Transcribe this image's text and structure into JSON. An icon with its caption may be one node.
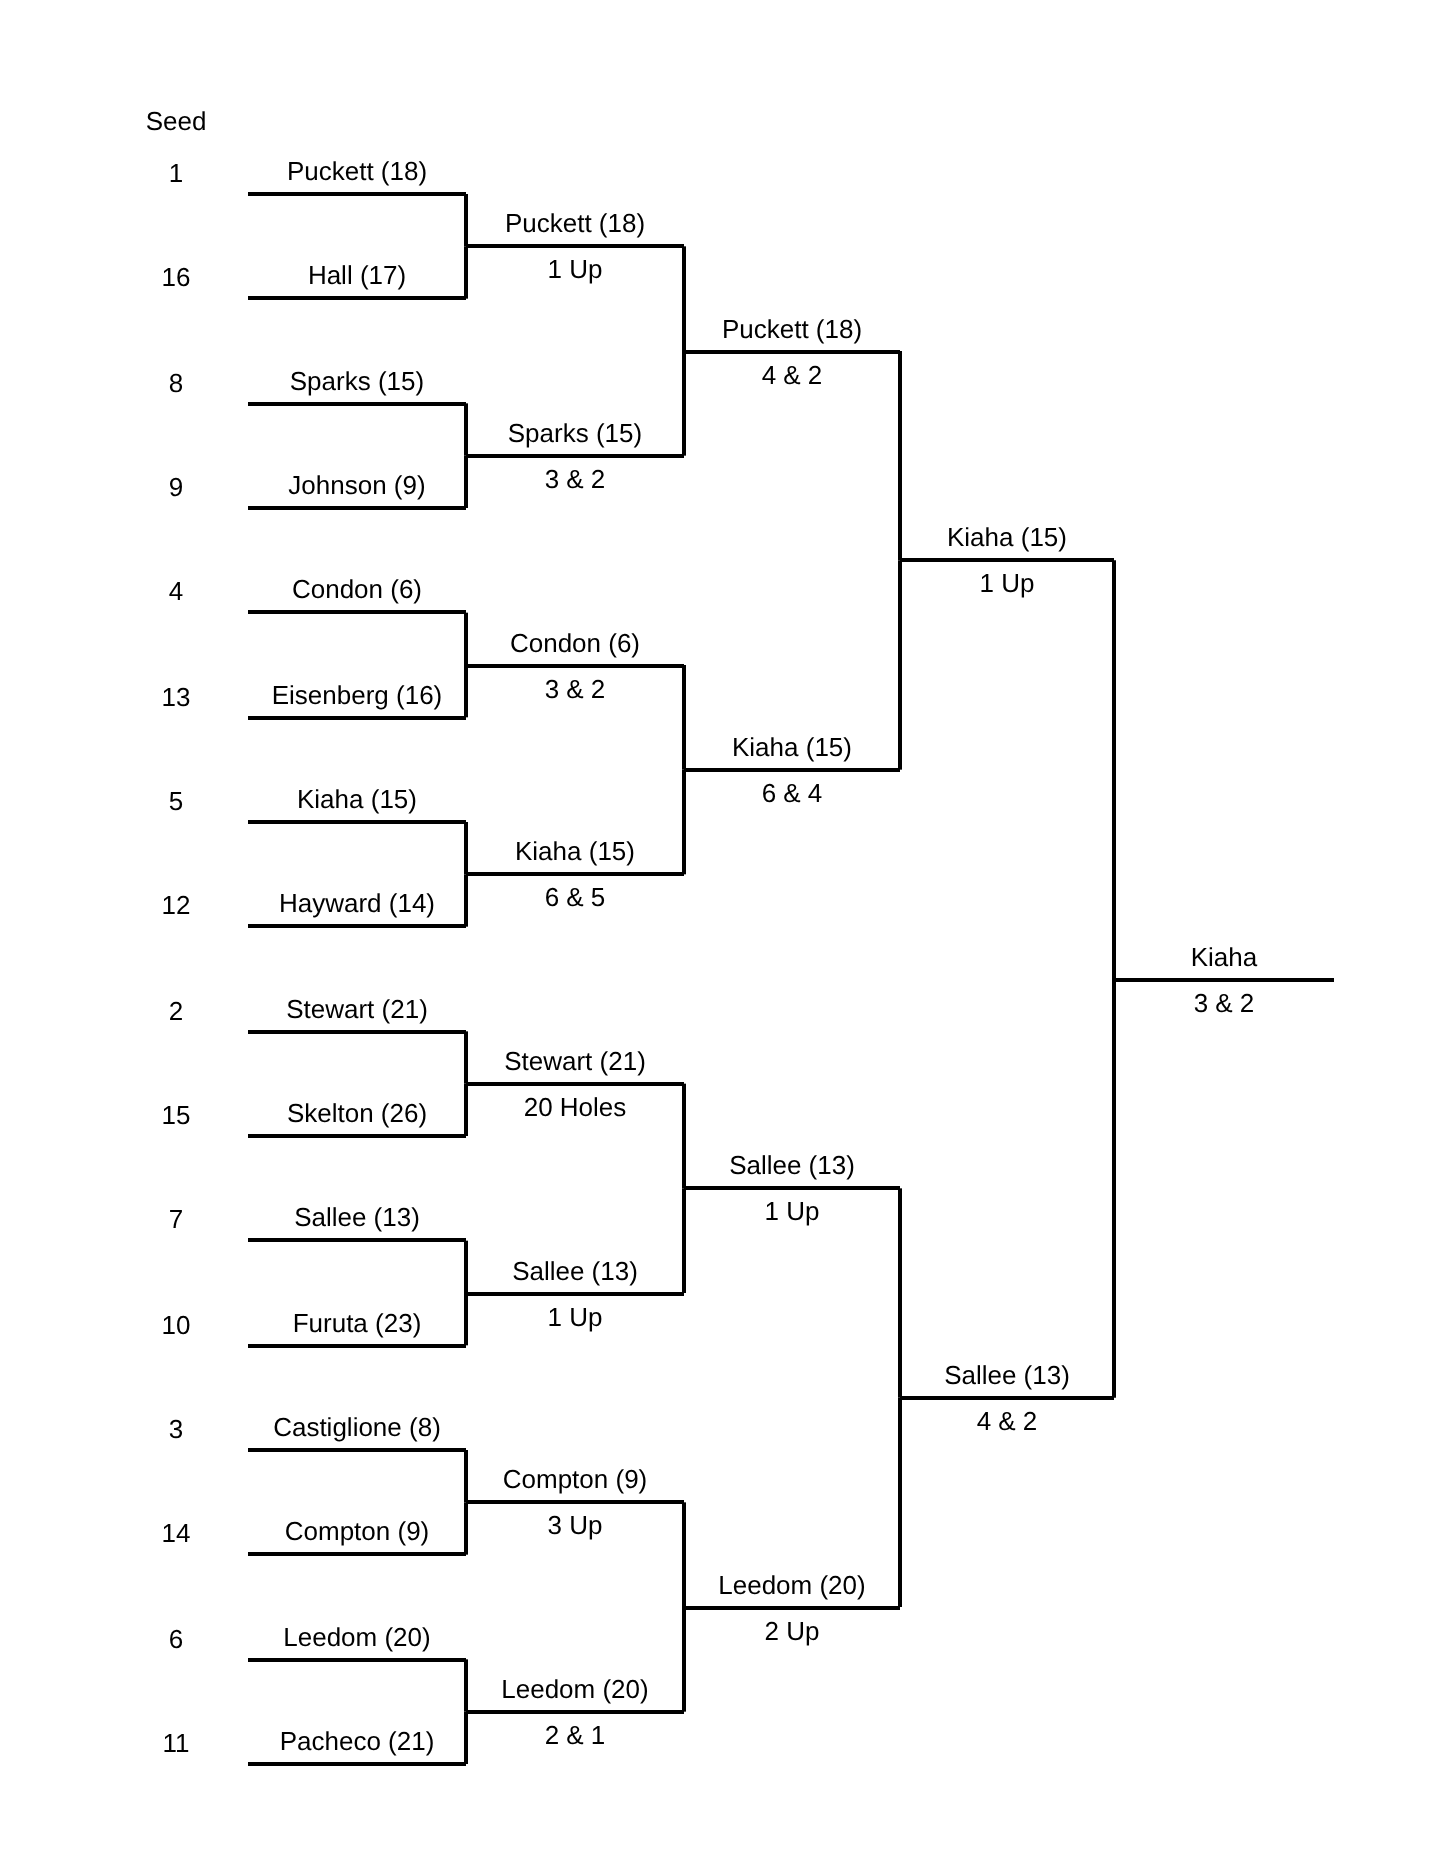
{
  "diagram": {
    "nodes": [
      {
        "text": [
          "Puckett (18)"
        ]
      },
      {
        "text": [
          "Hall (17)"
        ]
      },
      {
        "text": [
          "Sparks (15)"
        ]
      },
      {
        "text": [
          "Johnson (9)"
        ]
      },
      {
        "text": [
          "Condon (6)"
        ]
      },
      {
        "text": [
          "Eisenberg (16)"
        ]
      },
      {
        "text": [
          "Kiaha (15)"
        ]
      },
      {
        "text": [
          "Hayward (14)"
        ]
      },
      {
        "text": [
          "Stewart (21)"
        ]
      },
      {
        "text": [
          "Skelton (26)"
        ]
      },
      {
        "text": [
          "Sallee (13)"
        ]
      },
      {
        "text": [
          "Furuta (23)"
        ]
      },
      {
        "text": [
          "Castiglione (8)"
        ]
      },
      {
        "text": [
          "Compton (9)"
        ]
      },
      {
        "text": [
          "Leedom (20)"
        ]
      },
      {
        "text": [
          "Pacheco (21)"
        ]
      },
      {
        "text": [
          "Puckett (18)",
          "1 Up"
        ]
      },
      {
        "text": [
          "Sparks (15)",
          "3 & 2"
        ]
      },
      {
        "text": [
          "Condon (6)",
          "3 & 2"
        ]
      },
      {
        "text": [
          "Kiaha (15)",
          "6 & 5"
        ]
      },
      {
        "text": [
          "Stewart (21)",
          "20 Holes"
        ]
      },
      {
        "text": [
          "Sallee (13)",
          "1 Up"
        ]
      },
      {
        "text": [
          "Compton (9)",
          "3 Up"
        ]
      },
      {
        "text": [
          "Leedom (20)",
          "2 & 1"
        ]
      },
      {
        "text": [
          "Puckett (18)",
          "4 & 2"
        ]
      },
      {
        "text": [
          "Kiaha (15)",
          "6 & 4"
        ]
      },
      {
        "text": [
          "Sallee (13)",
          "1 Up"
        ]
      },
      {
        "text": [
          "Leedom (20)",
          "2 Up"
        ]
      },
      {
        "text": [
          "Kiaha (15)",
          "1 Up"
        ]
      },
      {
        "text": [
          "Sallee (13)",
          "4 & 2"
        ]
      },
      {
        "text": [
          "Kiaha",
          "3 & 2"
        ]
      }
    ],
    "edges": [
      {
        "from": 0,
        "to": 16,
        "arrow": "none"
      },
      {
        "from": 1,
        "to": 16,
        "arrow": "none"
      },
      {
        "from": 2,
        "to": 17,
        "arrow": "none"
      },
      {
        "from": 3,
        "to": 17,
        "arrow": "none"
      },
      {
        "from": 4,
        "to": 18,
        "arrow": "none"
      },
      {
        "from": 5,
        "to": 18,
        "arrow": "none"
      },
      {
        "from": 6,
        "to": 19,
        "arrow": "none"
      },
      {
        "from": 7,
        "to": 19,
        "arrow": "none"
      },
      {
        "from": 8,
        "to": 20,
        "arrow": "none"
      },
      {
        "from": 9,
        "to": 20,
        "arrow": "none"
      },
      {
        "from": 10,
        "to": 21,
        "arrow": "none"
      },
      {
        "from": 11,
        "to": 21,
        "arrow": "none"
      },
      {
        "from": 12,
        "to": 22,
        "arrow": "none"
      },
      {
        "from": 13,
        "to": 22,
        "arrow": "none"
      },
      {
        "from": 14,
        "to": 23,
        "arrow": "none"
      },
      {
        "from": 15,
        "to": 23,
        "arrow": "none"
      },
      {
        "from": 16,
        "to": 24,
        "arrow": "none"
      },
      {
        "from": 17,
        "to": 24,
        "arrow": "none"
      },
      {
        "from": 18,
        "to": 25,
        "arrow": "none"
      },
      {
        "from": 19,
        "to": 25,
        "arrow": "none"
      },
      {
        "from": 20,
        "to": 26,
        "arrow": "none"
      },
      {
        "from": 21,
        "to": 26,
        "arrow": "none"
      },
      {
        "from": 22,
        "to": 27,
        "arrow": "none"
      },
      {
        "from": 23,
        "to": 27,
        "arrow": "none"
      },
      {
        "from": 24,
        "to": 28,
        "arrow": "none"
      },
      {
        "from": 25,
        "to": 28,
        "arrow": "none"
      },
      {
        "from": 26,
        "to": 29,
        "arrow": "none"
      },
      {
        "from": 27,
        "to": 29,
        "arrow": "none"
      },
      {
        "from": 28,
        "to": 30,
        "arrow": "none"
      },
      {
        "from": 29,
        "to": 30,
        "arrow": "none"
      }
    ],
    "labels": [
      "Seed",
      "1",
      "16",
      "8",
      "9",
      "4",
      "13",
      "5",
      "12",
      "2",
      "15",
      "7",
      "10",
      "3",
      "14",
      "6",
      "11"
    ]
  }
}
